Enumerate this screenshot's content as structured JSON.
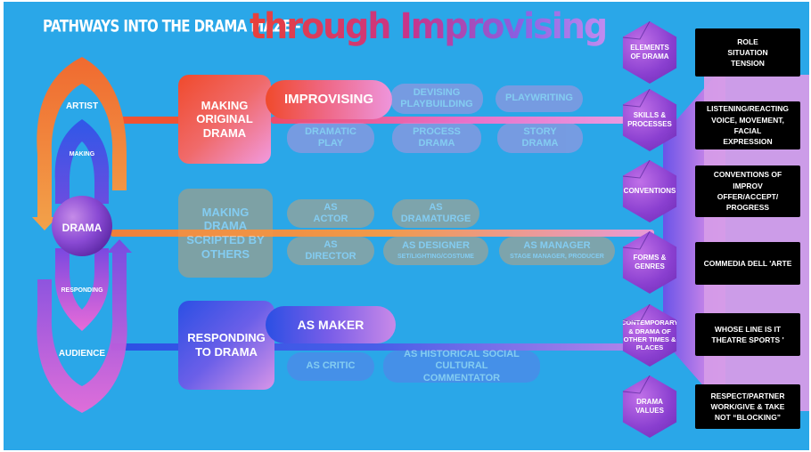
{
  "title": {
    "part1": "PATHWAYS INTO THE DRAMA MAZE -",
    "part2": "through Improvising"
  },
  "left_diagram": {
    "artist": "ARTIST",
    "making": "MAKING",
    "drama": "DRAMA",
    "responding": "RESPONDING",
    "audience": "AUDIENCE"
  },
  "rows": {
    "making_original": {
      "main": "MAKING ORIGINAL DRAMA",
      "items": [
        "IMPROVISING",
        "DEVISING PLAYBUILDING",
        "PLAYWRITING",
        "DRAMATIC PLAY",
        "PROCESS DRAMA",
        "STORY DRAMA"
      ]
    },
    "scripted": {
      "main": "MAKING DRAMA SCRIPTED BY OTHERS",
      "items": [
        "AS ACTOR",
        "AS DRAMATURGE",
        "AS DIRECTOR",
        "AS DESIGNER",
        "SET/LIGHTING/COSTUME",
        "AS MANAGER",
        "STAGE MANAGER, PRODUCER"
      ]
    },
    "responding": {
      "main": "RESPONDING TO DRAMA",
      "items": [
        "AS MAKER",
        "AS CRITIC",
        "AS HISTORICAL SOCIAL CULTURAL COMMENTATOR"
      ]
    }
  },
  "hexagons": [
    "ELEMENTS OF DRAMA",
    "SKILLS & PROCESSES",
    "CONVENTIONS",
    "FORMS & GENRES",
    "CONTEMPORARY & DRAMA OF OTHER TIMES & PLACES",
    "DRAMA VALUES"
  ],
  "callouts": [
    "ROLE\nSITUATION\nTENSION",
    "LISTENING/REACTING\nVOICE, MOVEMENT, FACIAL\nEXPRESSION",
    "CONVENTIONS OF\nIMPROV\nOFFER/ACCEPT/\nPROGRESS",
    "COMMEDIA DELL 'ARTE",
    "WHOSE LINE IS IT\nTHEATRE SPORTS '",
    "RESPECT/PARTNER\nWORK/GIVE & TAKE\nNOT “BLOCKING”"
  ],
  "colors": {
    "background": "#2aa7e8",
    "orange_red": "#f04a2c",
    "purple": "#9b59e0",
    "pink": "#e59be8",
    "blue": "#2a4ee0",
    "callout": "#000000"
  }
}
